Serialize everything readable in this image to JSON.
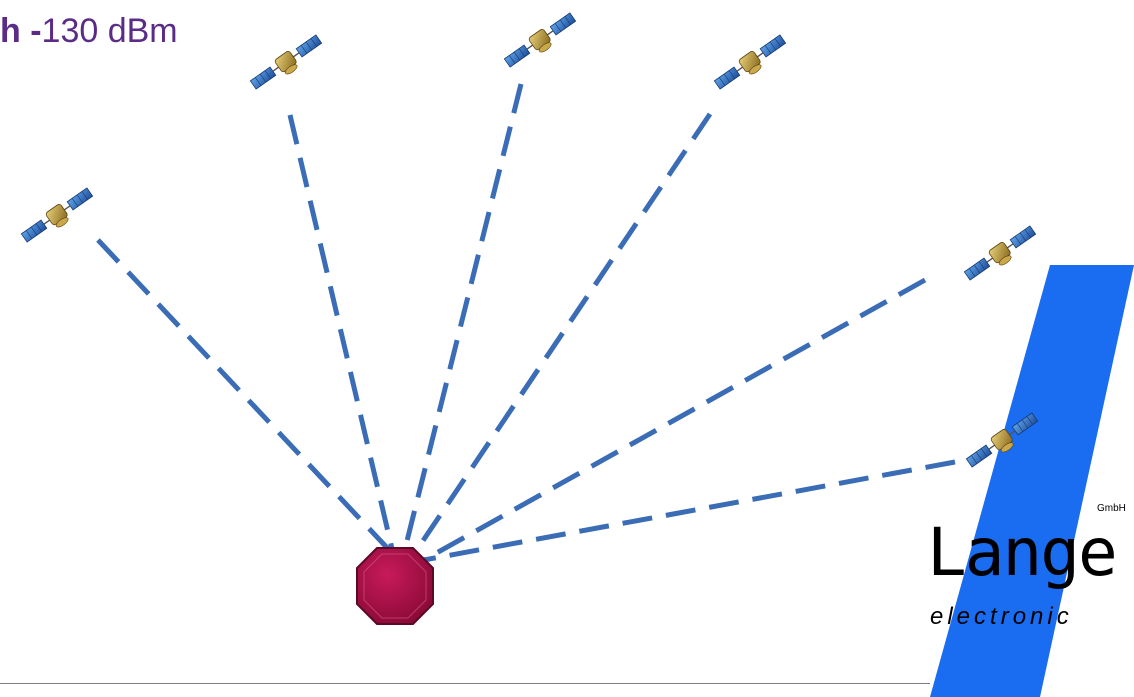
{
  "header": {
    "title_bold": "h -",
    "title_rest": "130 dBm"
  },
  "diagram": {
    "link_color": "#3a6db5",
    "receiver_color": "#a30d45",
    "satellite_count": 6,
    "satellite_icon": "satellite-icon",
    "receiver_icon": "octagon-receiver-icon"
  },
  "logo": {
    "wordmark": "Lange",
    "tag": "GmbH",
    "subtitle": "electronic",
    "stripe_color": "#1a6cf0"
  }
}
